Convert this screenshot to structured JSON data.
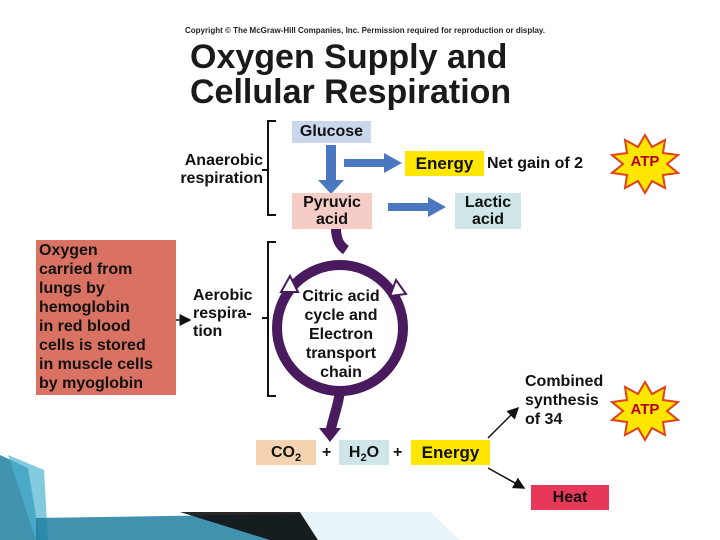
{
  "copyright": "Copyright © The McGraw-Hill Companies, Inc. Permission required for reproduction or display.",
  "title_line1": "Oxygen Supply and",
  "title_line2": "Cellular Respiration",
  "glucose": "Glucose",
  "energy_top": "Energy",
  "net_gain": "Net gain of 2",
  "atp_top": "ATP",
  "anaerobic_line1": "Anaerobic",
  "anaerobic_line2": "respiration",
  "pyruvic_line1": "Pyruvic",
  "pyruvic_line2": "acid",
  "lactic_line1": "Lactic",
  "lactic_line2": "acid",
  "oxygen_lines": [
    "Oxygen",
    "carried from",
    "lungs by",
    "hemoglobin",
    "in red blood",
    "cells is stored",
    "in muscle cells",
    "by myoglobin"
  ],
  "aerobic_lines": [
    "Aerobic",
    "respira-",
    "tion"
  ],
  "cycle_lines": [
    "Citric acid",
    "cycle and",
    "Electron",
    "transport",
    "chain"
  ],
  "combined_lines": [
    "Combined",
    "synthesis",
    "of 34"
  ],
  "atp_bottom": "ATP",
  "co2": "CO",
  "co2_sub": "2",
  "plus1": "+",
  "h2o_h": "H",
  "h2o_sub": "2",
  "h2o_o": "O",
  "plus2": "+",
  "energy_bottom": "Energy",
  "heat": "Heat",
  "colors": {
    "glucose_box": "#c9d6ec",
    "energy_box": "#ffe600",
    "pink_box": "#f6cdc6",
    "lactic_box": "#cfe6e8",
    "oxygen_box": "#d97262",
    "co2_box": "#f6d3b0",
    "h2o_box": "#cfe6e8",
    "heat_box": "#e8385a",
    "cycle": "#4a1a5e",
    "arrow": "#4a78c0",
    "star": "#ffe600",
    "star_edge": "#e0401a",
    "teal": "#1f7fa0"
  }
}
